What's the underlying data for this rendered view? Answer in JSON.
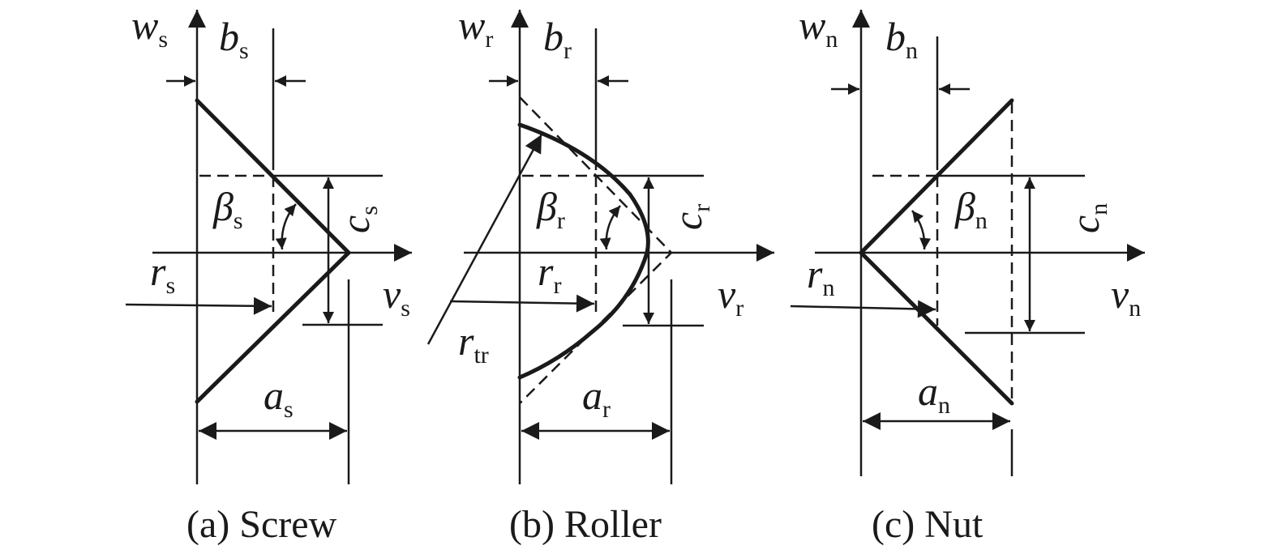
{
  "screw": {
    "w": "w",
    "w_sub": "s",
    "b": "b",
    "b_sub": "s",
    "beta": "β",
    "beta_sub": "s",
    "c": "c",
    "c_sub": "s",
    "r": "r",
    "r_sub": "s",
    "v": "v",
    "v_sub": "s",
    "a": "a",
    "a_sub": "s",
    "caption": "(a) Screw"
  },
  "roller": {
    "w": "w",
    "w_sub": "r",
    "b": "b",
    "b_sub": "r",
    "beta": "β",
    "beta_sub": "r",
    "c": "c",
    "c_sub": "r",
    "r": "r",
    "r_sub": "r",
    "rt": "r",
    "rt_sub": "tr",
    "v": "v",
    "v_sub": "r",
    "a": "a",
    "a_sub": "r",
    "caption": "(b) Roller"
  },
  "nut": {
    "w": "w",
    "w_sub": "n",
    "b": "b",
    "b_sub": "n",
    "beta": "β",
    "beta_sub": "n",
    "c": "c",
    "c_sub": "n",
    "r": "r",
    "r_sub": "n",
    "v": "v",
    "v_sub": "n",
    "a": "a",
    "a_sub": "n",
    "caption": "(c) Nut"
  }
}
